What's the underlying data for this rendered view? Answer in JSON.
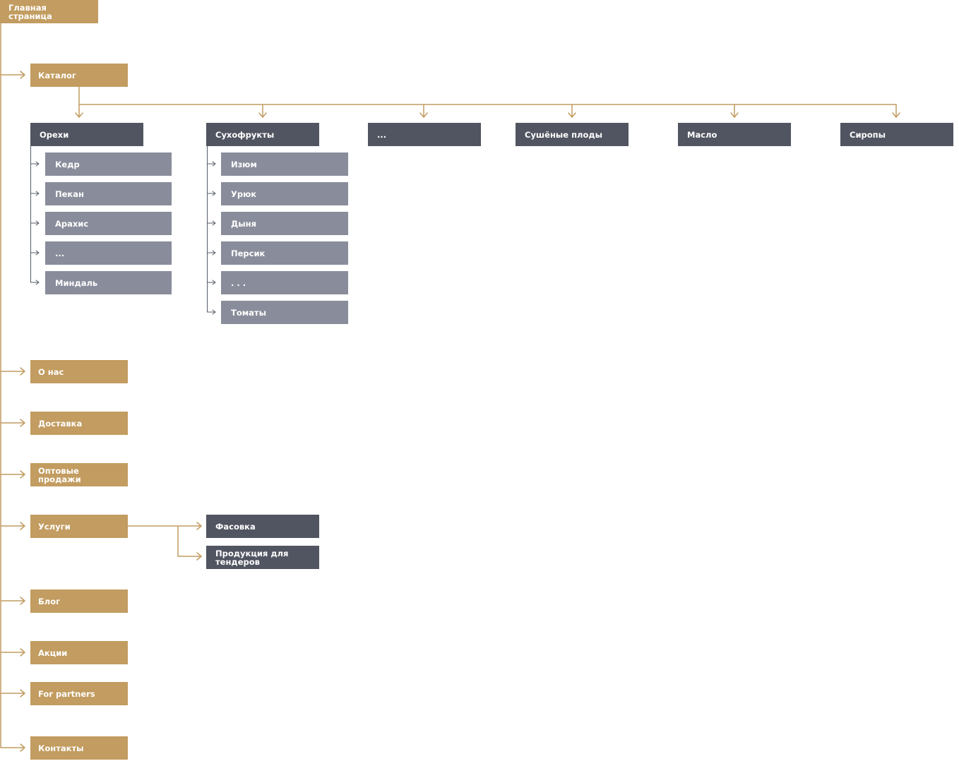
{
  "colors": {
    "primary": "#c29c60",
    "category": "#515561",
    "subcategory": "#898d9b",
    "connector": "#c29c60",
    "sub_connector": "#555b66",
    "text": "#ffffff"
  },
  "root": {
    "label": "Главная страница"
  },
  "main_items": [
    {
      "label": "Каталог"
    },
    {
      "label": "О нас"
    },
    {
      "label": "Доставка"
    },
    {
      "label": "Оптовые продажи"
    },
    {
      "label": "Услуги"
    },
    {
      "label": "Блог"
    },
    {
      "label": "Акции"
    },
    {
      "label": "For partners"
    },
    {
      "label": "Контакты"
    }
  ],
  "catalog_categories": [
    {
      "label": "Орехи",
      "children": [
        "Кедр",
        "Пекан",
        "Арахис",
        "...",
        "Миндаль"
      ]
    },
    {
      "label": "Сухофрукты",
      "children": [
        "Изюм",
        "Урюк",
        "Дыня",
        "Персик",
        ". . .",
        "Томаты"
      ]
    },
    {
      "label": "...",
      "children": []
    },
    {
      "label": "Сушёные плоды",
      "children": []
    },
    {
      "label": "Масло",
      "children": []
    },
    {
      "label": "Сиропы",
      "children": []
    }
  ],
  "services_children": [
    {
      "label": "Фасовка"
    },
    {
      "label": "Продукция для\nтендеров"
    }
  ]
}
